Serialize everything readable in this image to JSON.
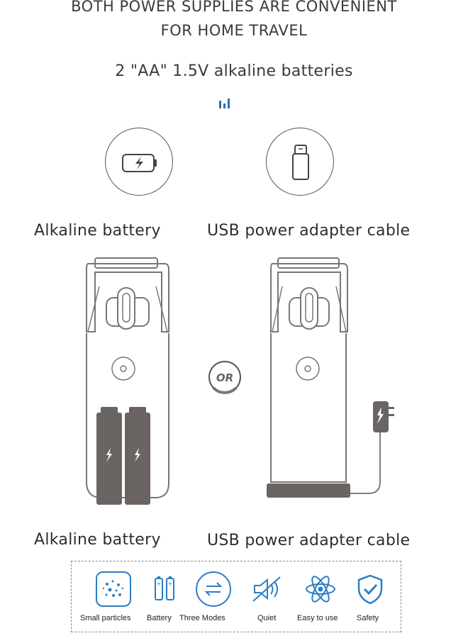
{
  "header": {
    "line1": "BOTH POWER SUPPLIES ARE CONVENIENT",
    "line2": "FOR HOME TRAVEL",
    "subtitle": "2 \"AA\" 1.5V alkaline batteries"
  },
  "options": {
    "left_label": "Alkaline battery",
    "right_label": "USB power adapter cable",
    "left_icon": "battery-charging-icon",
    "right_icon": "usb-plug-icon"
  },
  "illustrations": {
    "left_caption": "Alkaline battery",
    "right_caption": "USB power adapter cable",
    "or_badge": "OR"
  },
  "features": [
    {
      "label": "Small particles",
      "icon": "particles-icon"
    },
    {
      "label": "Battery",
      "icon": "battery-icon"
    },
    {
      "label": "Three Modes",
      "icon": "modes-icon"
    },
    {
      "label": "Quiet",
      "icon": "quiet-icon"
    },
    {
      "label": "Easy to use",
      "icon": "atom-icon"
    },
    {
      "label": "Safety",
      "icon": "shield-icon"
    }
  ],
  "colors": {
    "accent": "#2b7dc4",
    "line": "#666666",
    "battery": "#6a6563"
  }
}
